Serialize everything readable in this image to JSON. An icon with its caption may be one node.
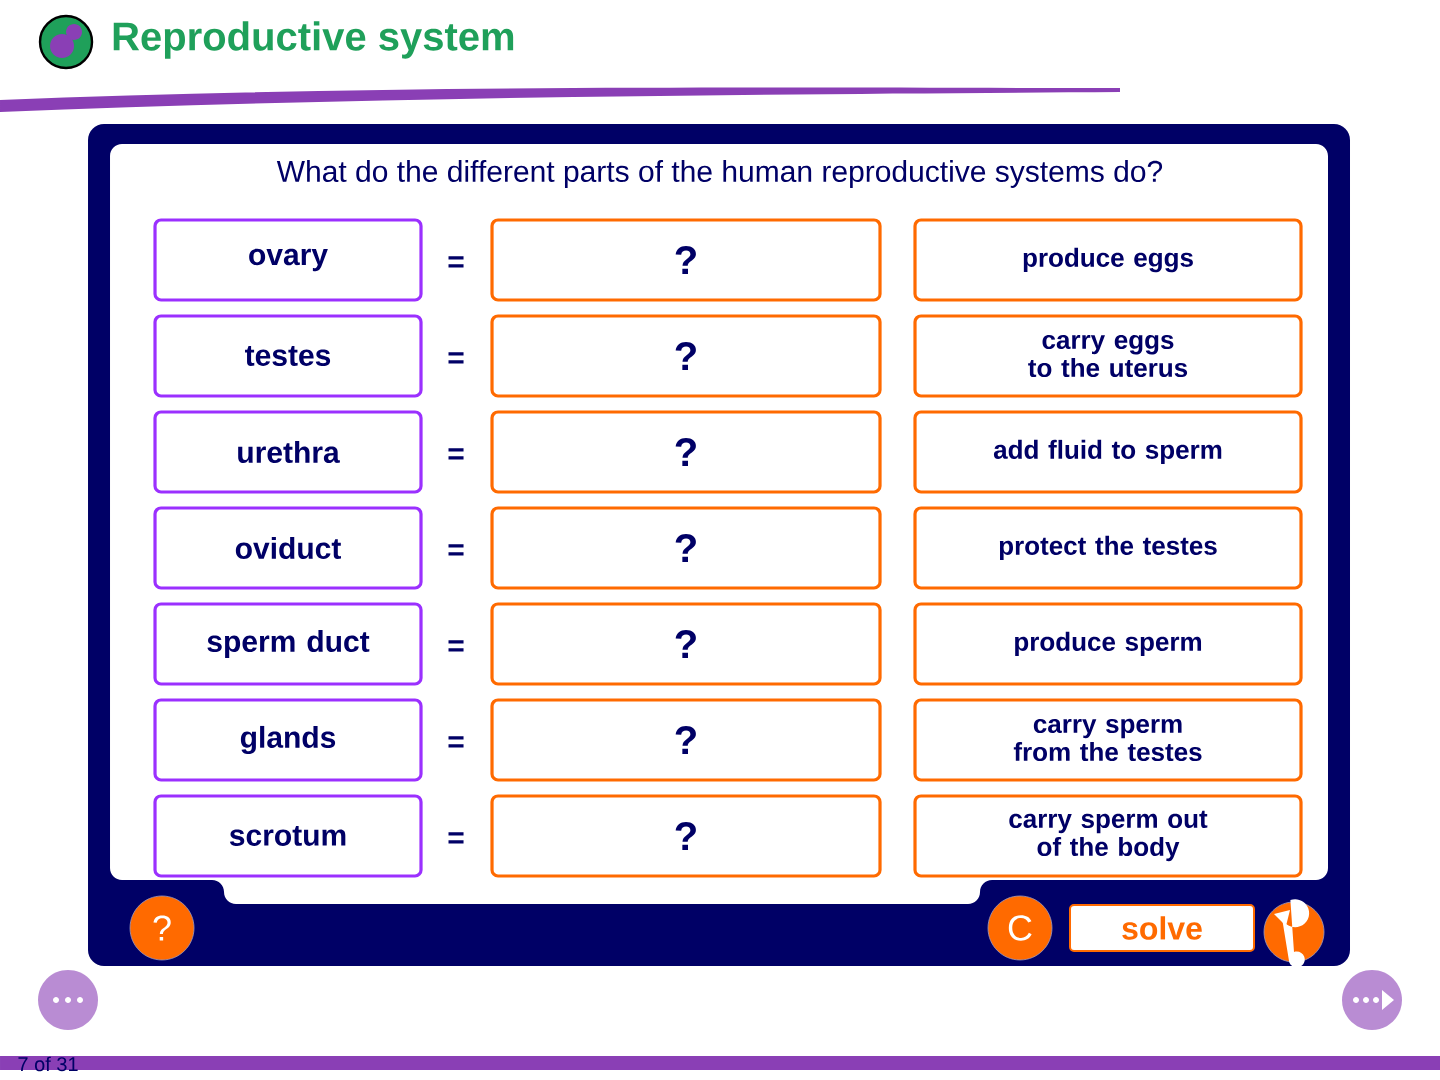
{
  "diagram": {
    "title": "Reproductive system",
    "nodes": [
      {
        "text": [
          "ovary"
        ]
      },
      {
        "text": [
          "?"
        ]
      },
      {
        "text": [
          "produce eggs"
        ]
      },
      {
        "text": [
          "testes"
        ]
      },
      {
        "text": [
          "?"
        ]
      },
      {
        "text": [
          "carry eggs to the uterus"
        ]
      },
      {
        "text": [
          "urethra"
        ]
      },
      {
        "text": [
          "?"
        ]
      },
      {
        "text": [
          "add fluid to sperm"
        ]
      },
      {
        "text": [
          "oviduct"
        ]
      },
      {
        "text": [
          "?"
        ]
      },
      {
        "text": [
          "protect the testes"
        ]
      },
      {
        "text": [
          "sperm duct"
        ]
      },
      {
        "text": [
          "?"
        ]
      },
      {
        "text": [
          "produce sperm"
        ]
      },
      {
        "text": [
          "glands"
        ]
      },
      {
        "text": [
          "?"
        ]
      },
      {
        "text": [
          "carry sperm from the testes"
        ]
      },
      {
        "text": [
          "scrotum"
        ]
      },
      {
        "text": [
          "?"
        ]
      },
      {
        "text": [
          "carry sperm out of the body"
        ]
      }
    ],
    "labels": [
      "What do the different parts of the human reproductive systems do?",
      "=",
      "=",
      "=",
      "=",
      "=",
      "=",
      "=",
      "?",
      "C",
      "solve",
      "7 of 31"
    ]
  }
}
